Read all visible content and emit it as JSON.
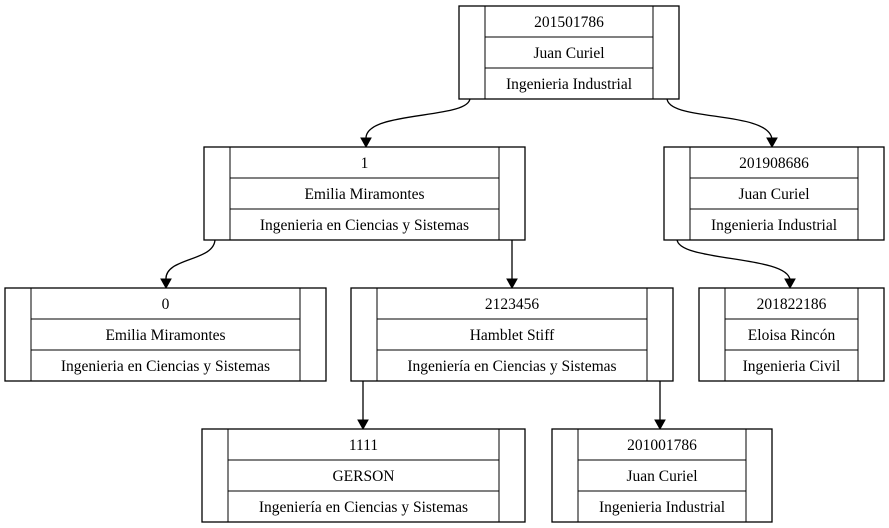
{
  "nodes": [
    {
      "id": "n_201501786",
      "carnet": "201501786",
      "nombre": "Juan Curiel",
      "carrera": "Ingenieria Industrial"
    },
    {
      "id": "n_1",
      "carnet": "1",
      "nombre": "Emilia Miramontes",
      "carrera": "Ingenieria en Ciencias y Sistemas"
    },
    {
      "id": "n_201908686",
      "carnet": "201908686",
      "nombre": "Juan Curiel",
      "carrera": "Ingenieria Industrial"
    },
    {
      "id": "n_0",
      "carnet": "0",
      "nombre": "Emilia Miramontes",
      "carrera": "Ingenieria en Ciencias y Sistemas"
    },
    {
      "id": "n_2123456",
      "carnet": "2123456",
      "nombre": "Hamblet Stiff",
      "carrera": "Ingeniería en Ciencias y Sistemas"
    },
    {
      "id": "n_201822186",
      "carnet": "201822186",
      "nombre": "Eloisa Rincón",
      "carrera": "Ingenieria Civil"
    },
    {
      "id": "n_1111",
      "carnet": "1111",
      "nombre": "GERSON",
      "carrera": "Ingeniería en Ciencias y Sistemas"
    },
    {
      "id": "n_201001786",
      "carnet": "201001786",
      "nombre": "Juan Curiel",
      "carrera": "Ingenieria Industrial"
    }
  ],
  "edges": [
    {
      "from": "n_201501786",
      "to": "n_1"
    },
    {
      "from": "n_201501786",
      "to": "n_201908686"
    },
    {
      "from": "n_1",
      "to": "n_0"
    },
    {
      "from": "n_1",
      "to": "n_2123456"
    },
    {
      "from": "n_201908686",
      "to": "n_201822186"
    },
    {
      "from": "n_2123456",
      "to": "n_1111"
    },
    {
      "from": "n_2123456",
      "to": "n_201001786"
    }
  ]
}
